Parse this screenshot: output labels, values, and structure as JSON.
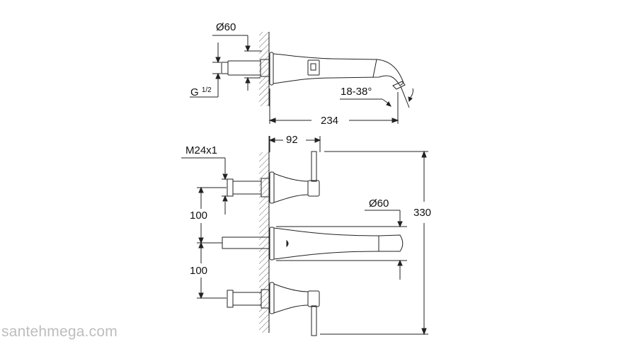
{
  "drawing": {
    "top_view": {
      "diameter_label": "Ø60",
      "thread_label_main": "G",
      "thread_label_frac": "1/2",
      "angle_label": "18-38°",
      "length_label": "234"
    },
    "front_view": {
      "depth_label": "92",
      "thread_label": "M24x1",
      "spacing_upper_label": "100",
      "spacing_lower_label": "100",
      "spout_diameter_label": "Ø60",
      "height_label": "330"
    }
  },
  "watermark": "santehmega.com"
}
